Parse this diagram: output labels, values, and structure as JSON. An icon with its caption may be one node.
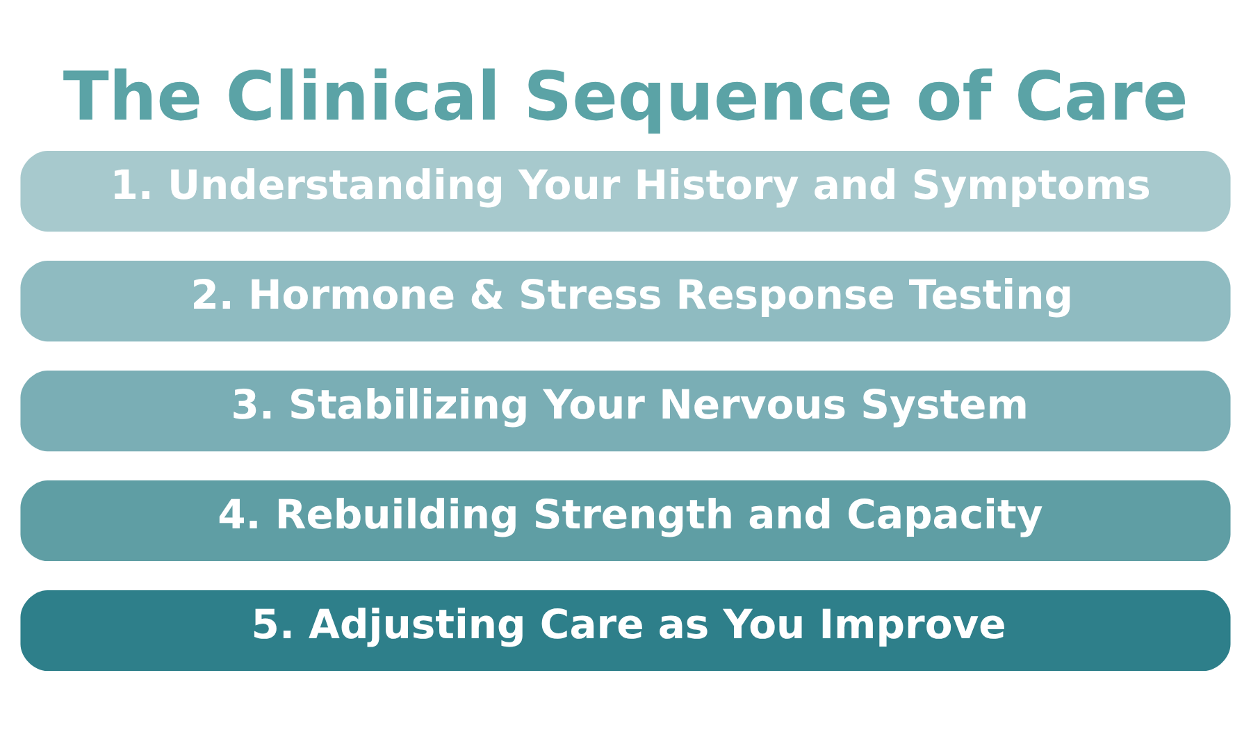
{
  "diagram": {
    "title": "The Clinical Sequence of Care",
    "nodes": [
      {
        "text": [
          "1. Understanding Your History and Symptoms"
        ]
      },
      {
        "text": [
          "2. Hormone & Stress Response Testing"
        ]
      },
      {
        "text": [
          "3. Stabilizing Your Nervous System"
        ]
      },
      {
        "text": [
          "4. Rebuilding Strength and Capacity"
        ]
      },
      {
        "text": [
          "5. Adjusting Care as You Improve"
        ]
      }
    ]
  }
}
